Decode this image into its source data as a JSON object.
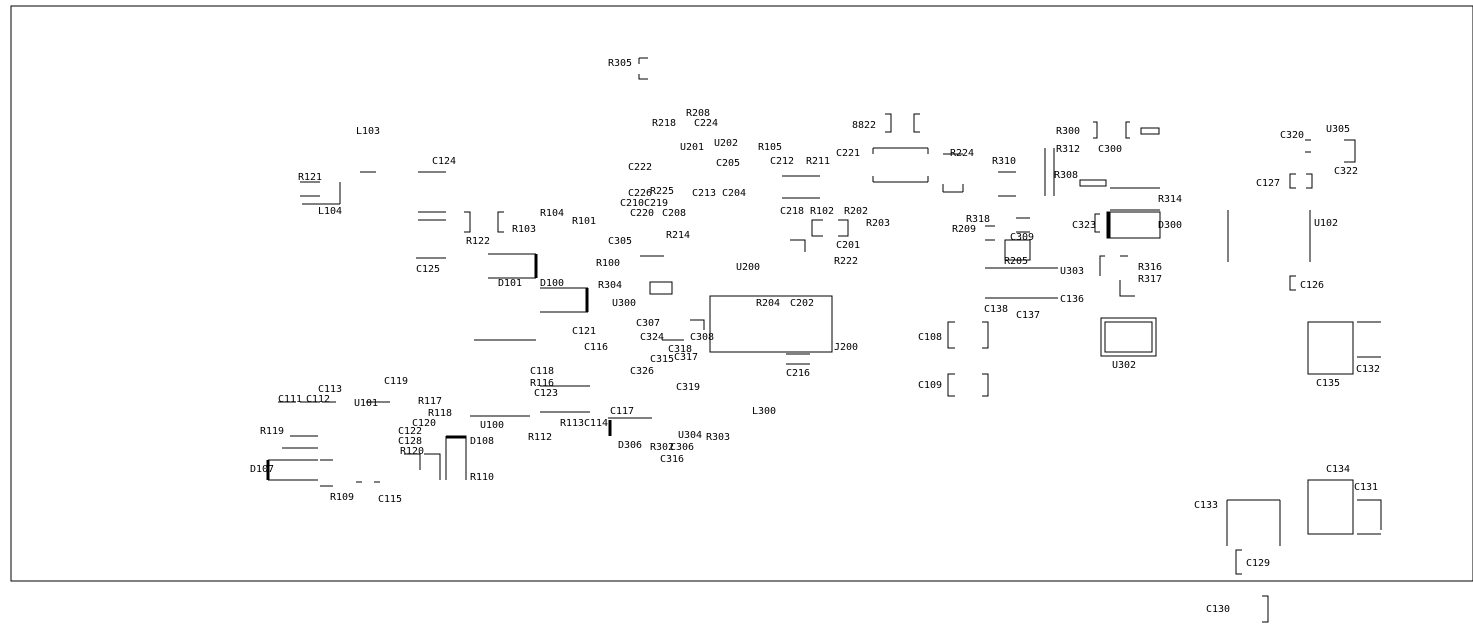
{
  "labels": [
    "R305",
    "R208",
    "C224",
    "R218",
    "U202",
    "U201",
    "C222",
    "R105",
    "R211",
    "C213",
    "C212",
    "C205",
    "C226",
    "C204",
    "C210",
    "C219",
    "C220",
    "C218",
    "C208",
    "R225",
    "R214",
    "C221",
    "8822",
    "R224",
    "R300",
    "R312",
    "C300",
    "R310",
    "R308",
    "R314",
    "U305",
    "C320",
    "C322",
    "C127",
    "U102",
    "D300",
    "C323",
    "R318",
    "R209",
    "C309",
    "R205",
    "U303",
    "R316",
    "R317",
    "C136",
    "C138",
    "C137",
    "C126",
    "L103",
    "C124",
    "R121",
    "L104",
    "R122",
    "R103",
    "R104",
    "R101",
    "C305",
    "R100",
    "C125",
    "D101",
    "D100",
    "R304",
    "U300",
    "U200",
    "R222",
    "R202",
    "R102",
    "R203",
    "C201",
    "C202",
    "R204",
    "C121",
    "C307",
    "C308",
    "C324",
    "C318",
    "C317",
    "C116",
    "C326",
    "C315",
    "C319",
    "C118",
    "R116",
    "C123",
    "C113",
    "C112",
    "C111",
    "C119",
    "U101",
    "R117",
    "R118",
    "C120",
    "U100",
    "C117",
    "R113",
    "C114",
    "R119",
    "C122",
    "C128",
    "R120",
    "R112",
    "D108",
    "R110",
    "D107",
    "R109",
    "C115",
    "D306",
    "R303",
    "U304",
    "R302",
    "C316",
    "C306",
    "L300",
    "J200",
    "C216",
    "C108",
    "C109",
    "U302",
    "C132",
    "C135",
    "C134",
    "C131",
    "C133",
    "C129",
    "C130"
  ]
}
